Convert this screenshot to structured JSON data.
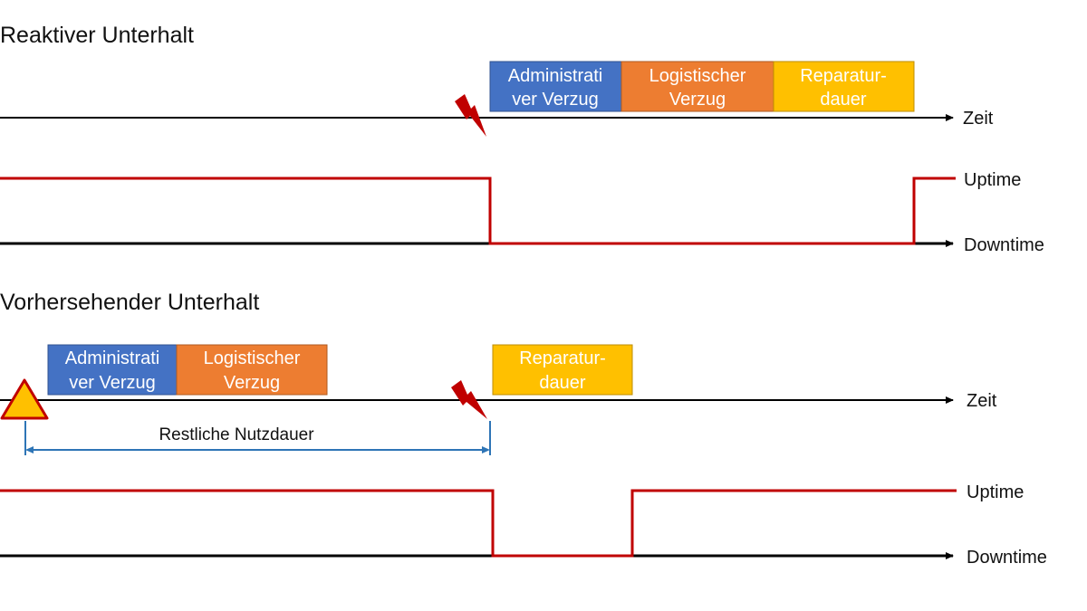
{
  "sections": {
    "reactive": {
      "title": "Reaktiver Unterhalt",
      "boxes": [
        {
          "line1": "Administrati",
          "line2": "ver Verzug"
        },
        {
          "line1": "Logistischer",
          "line2": "Verzug"
        },
        {
          "line1": "Reparatur-",
          "line2": "dauer"
        }
      ],
      "time_label": "Zeit",
      "uptime_label": "Uptime",
      "downtime_label": "Downtime"
    },
    "predictive": {
      "title": "Vorhersehender Unterhalt",
      "boxes": [
        {
          "line1": "Administrati",
          "line2": "ver Verzug"
        },
        {
          "line1": "Logistischer",
          "line2": "Verzug"
        },
        {
          "line1": "Reparatur-",
          "line2": "dauer"
        }
      ],
      "time_label": "Zeit",
      "remaining_life_label": "Restliche Nutzdauer",
      "uptime_label": "Uptime",
      "downtime_label": "Downtime"
    }
  },
  "colors": {
    "administrative": "#4472C4",
    "logistic": "#ED7D31",
    "repair": "#FFC000",
    "status_line": "#C00000",
    "dimension_line": "#2E75B6",
    "warning_fill": "#FFC000",
    "warning_stroke": "#C00000"
  },
  "icons": {
    "failure": "lightning-bolt-icon",
    "warning": "warning-triangle-icon"
  }
}
